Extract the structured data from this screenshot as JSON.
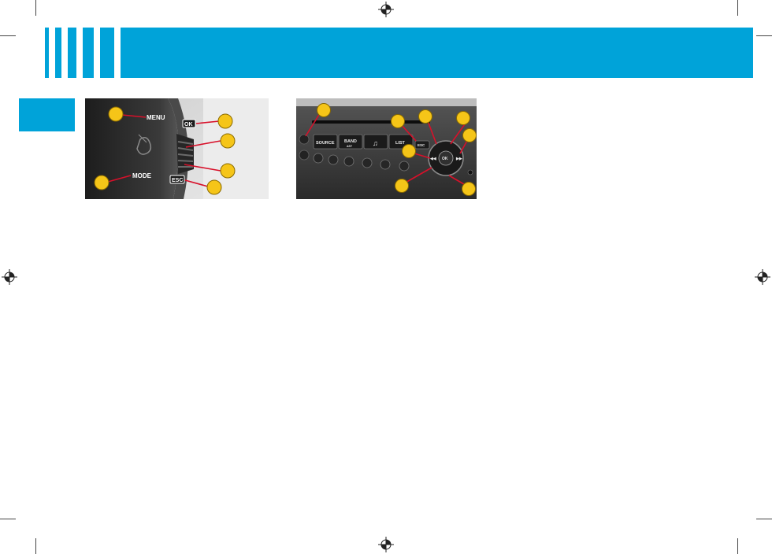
{
  "steering_controls": {
    "menu_label": "MENU",
    "mode_label": "MODE",
    "ok_label": "OK",
    "esc_label": "ESC"
  },
  "radio_panel": {
    "source_label": "SOURCE",
    "band_label": "BAND",
    "band_sub_label": "AST",
    "music_note": "♫",
    "list_label": "LIST",
    "esc_label": "ESC",
    "ok_label": "OK",
    "rewind_symbol": "◀◀",
    "forward_symbol": "▶▶"
  },
  "colors": {
    "header_blue": "#00a3d9",
    "callout_yellow": "#f5c518",
    "leader_red": "#d8102a"
  }
}
